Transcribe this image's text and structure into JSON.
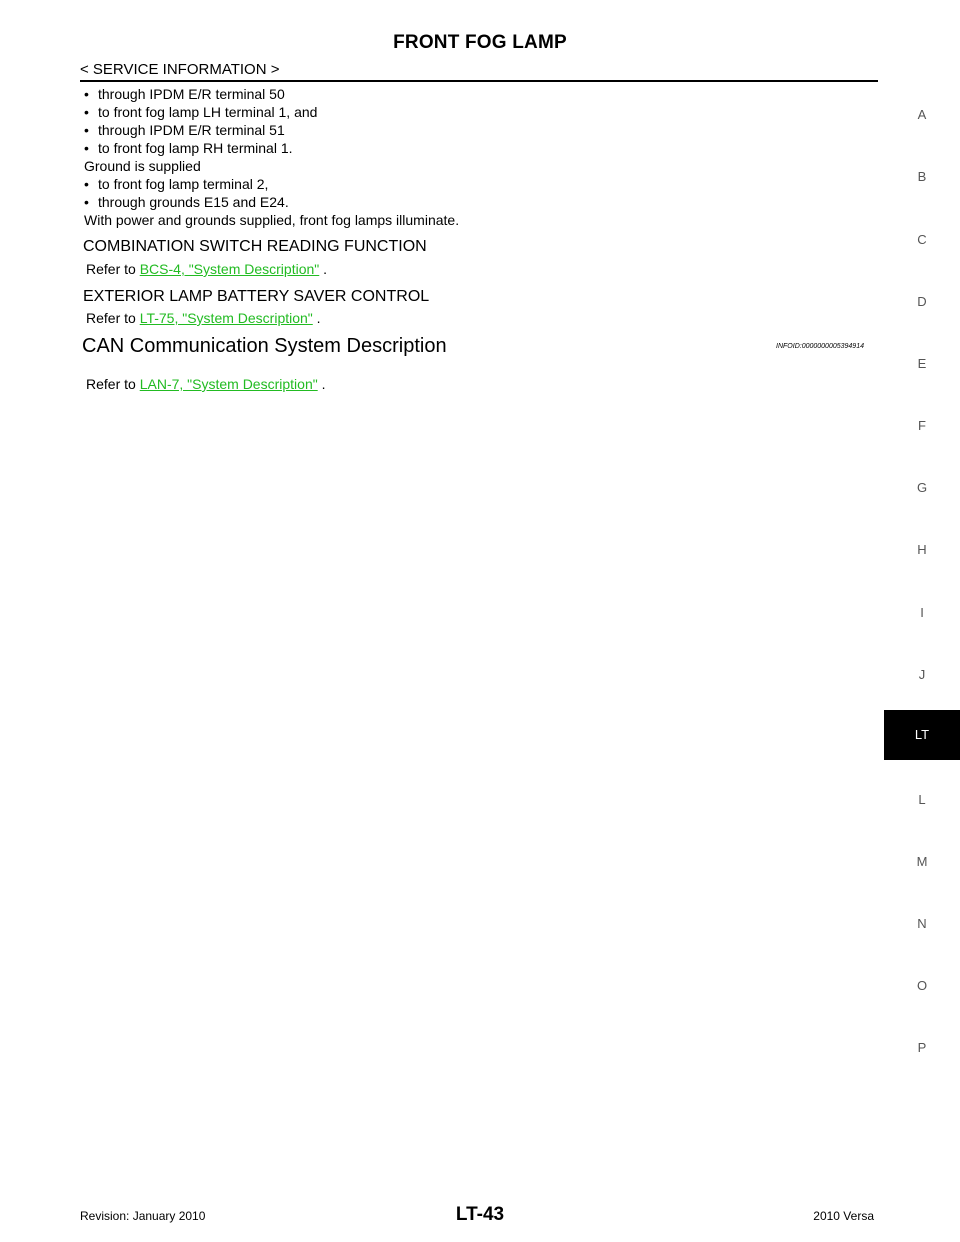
{
  "header": {
    "title": "FRONT FOG LAMP",
    "section": "< SERVICE INFORMATION >"
  },
  "body": {
    "lines": [
      {
        "bullet": true,
        "text": "through IPDM E/R terminal 50"
      },
      {
        "bullet": true,
        "text": "to front fog lamp LH terminal 1, and"
      },
      {
        "bullet": true,
        "text": "through IPDM E/R terminal 51"
      },
      {
        "bullet": true,
        "text": "to front fog lamp RH terminal 1."
      },
      {
        "bullet": false,
        "text": "Ground is supplied"
      },
      {
        "bullet": true,
        "text": "to front fog lamp terminal 2,"
      },
      {
        "bullet": true,
        "text": "through grounds E15 and E24."
      },
      {
        "bullet": false,
        "text": "With power and grounds supplied, front fog lamps illuminate."
      }
    ],
    "bullet_glyph": "•"
  },
  "sections": [
    {
      "heading": "COMBINATION SWITCH READING FUNCTION",
      "ref_prefix": "Refer to ",
      "ref_link": "BCS-4, \"System Description\"",
      "ref_suffix": " ."
    },
    {
      "heading": "EXTERIOR LAMP BATTERY SAVER CONTROL",
      "ref_prefix": "Refer to ",
      "ref_link": "LT-75, \"System Description\"",
      "ref_suffix": " ."
    }
  ],
  "can_section": {
    "heading": "CAN Communication System Description",
    "info_id": "INFOID:0000000005394914",
    "ref_prefix": "Refer to ",
    "ref_link": "LAN-7, \"System Description\"",
    "ref_suffix": " ."
  },
  "side_tabs": [
    "A",
    "B",
    "C",
    "D",
    "E",
    "F",
    "G",
    "H",
    "I",
    "J",
    "LT",
    "L",
    "M",
    "N",
    "O",
    "P"
  ],
  "active_tab": "LT",
  "footer": {
    "revision": "Revision: January 2010",
    "page": "LT-43",
    "model": "2010 Versa"
  },
  "colors": {
    "link": "#22bb22",
    "active_tab_bg": "#000000",
    "tab_text": "#555555"
  }
}
